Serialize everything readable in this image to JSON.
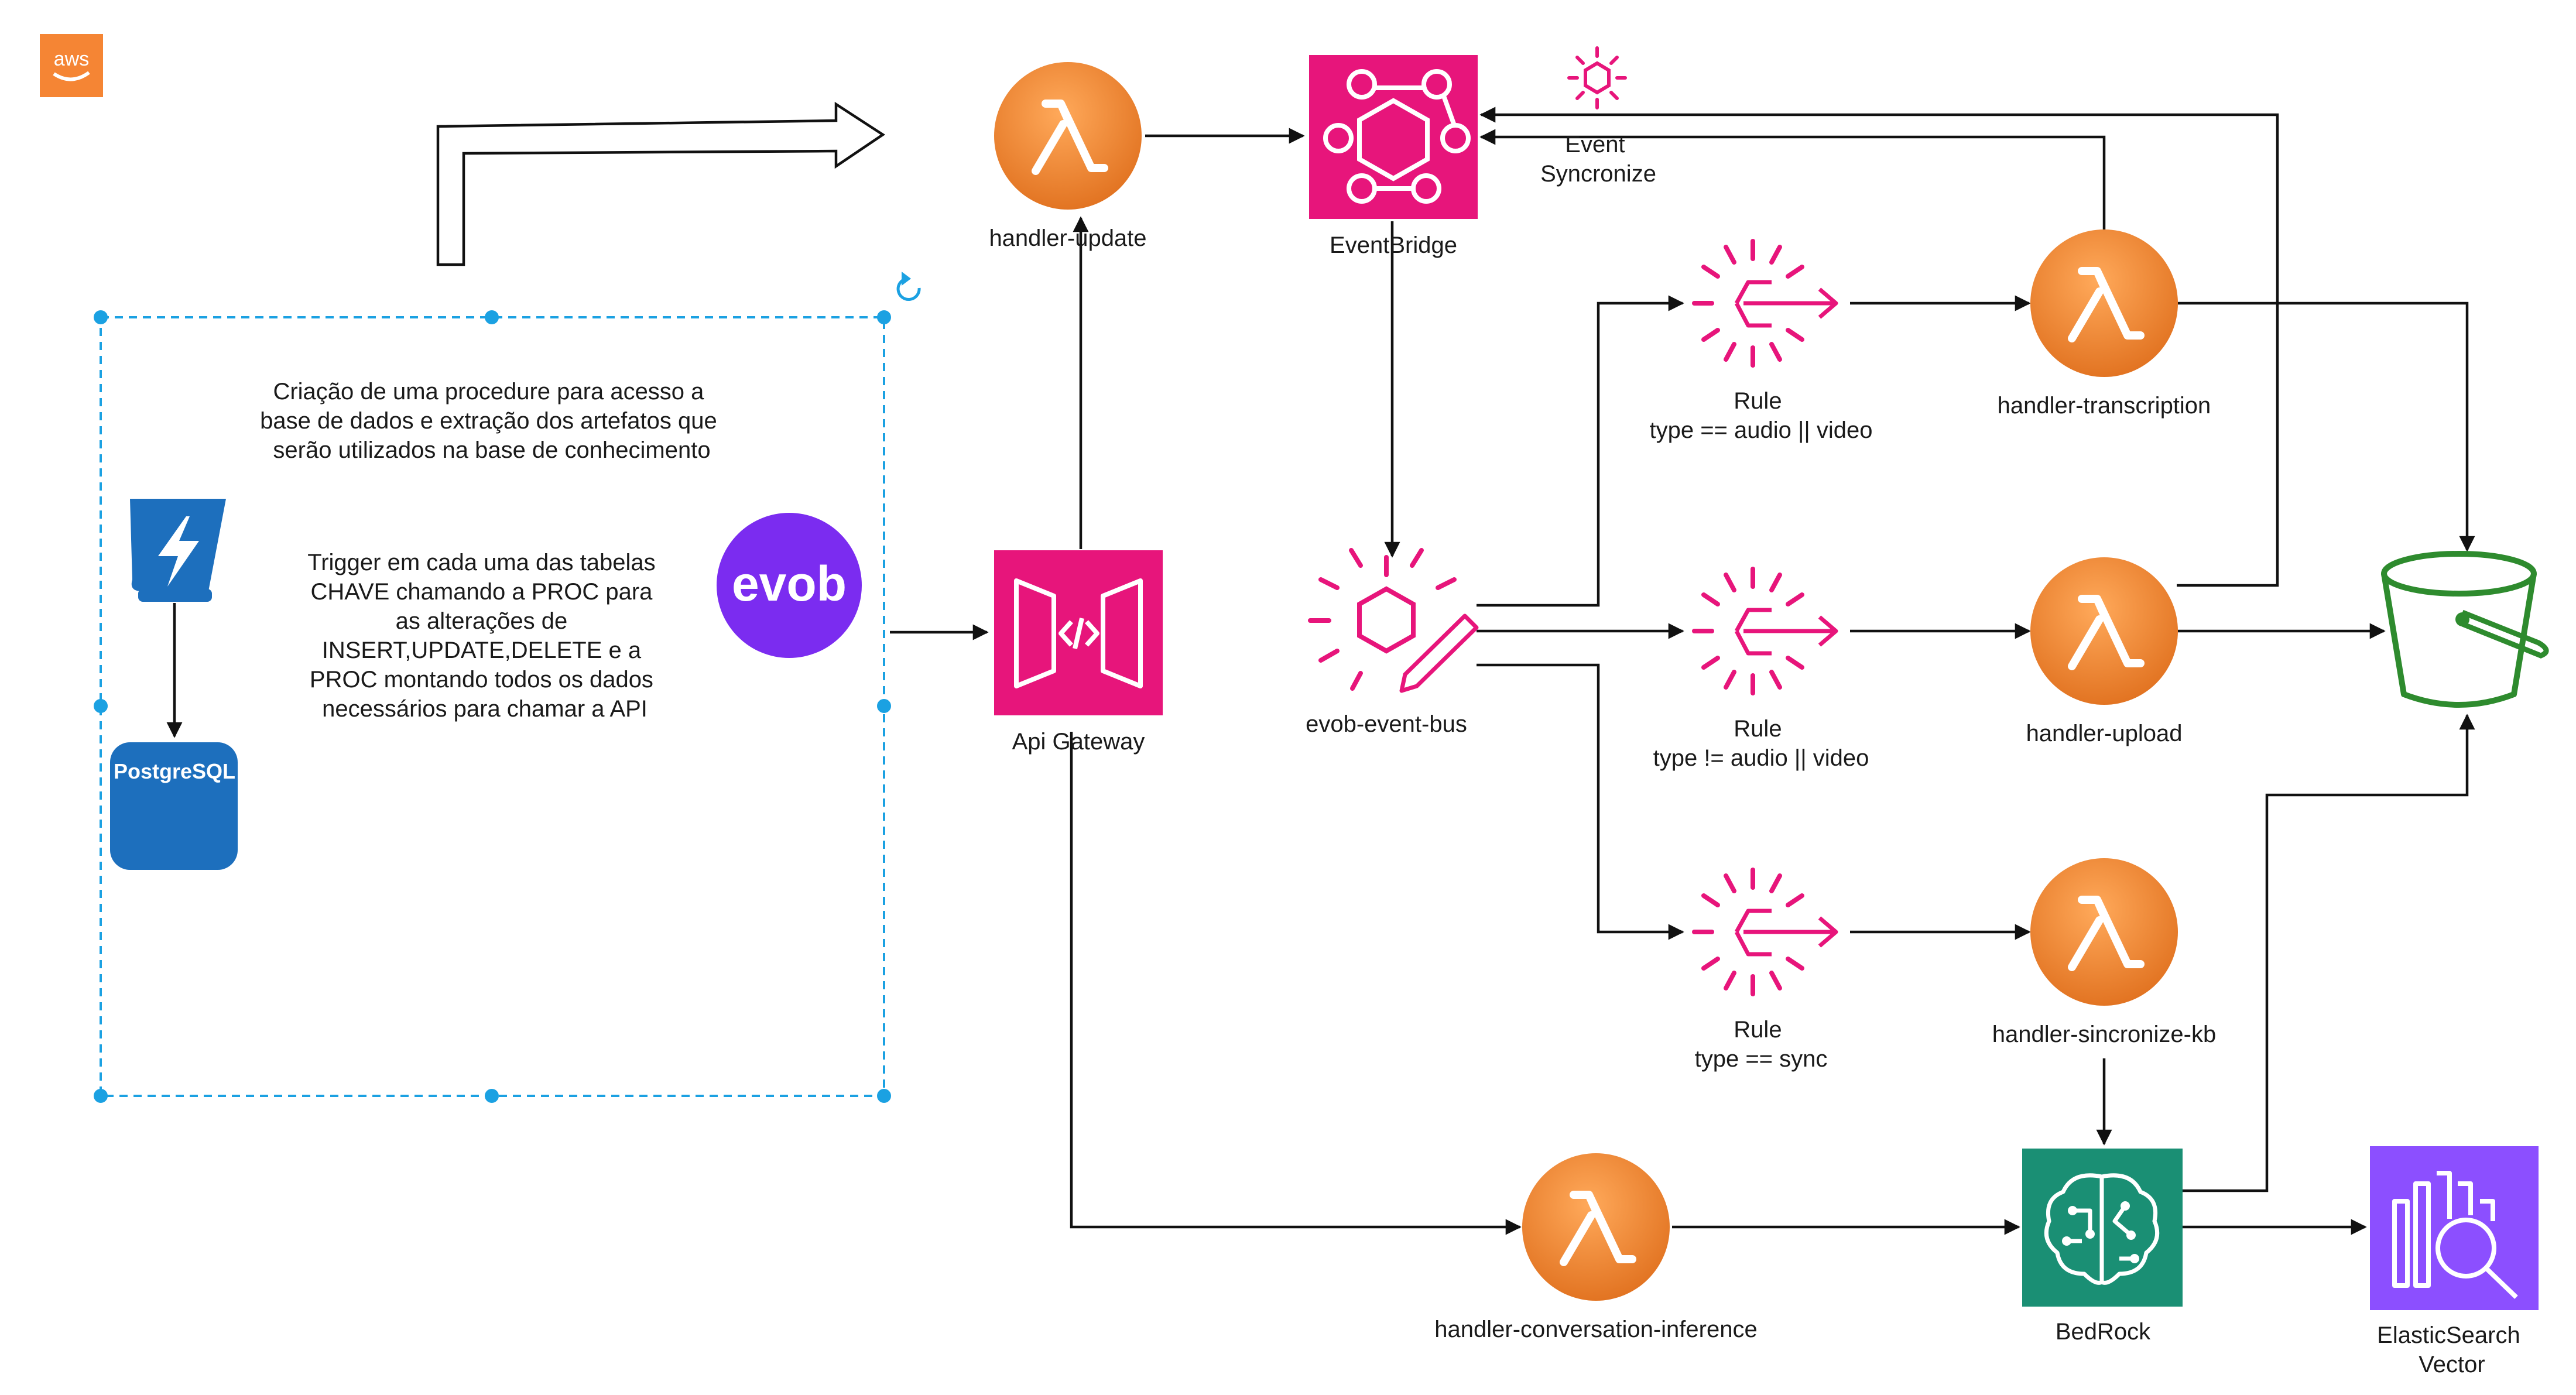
{
  "brand": {
    "aws_label": "aws"
  },
  "note": {
    "procedure_lines": [
      "Criação de uma procedure para acesso a",
      "base de dados e extração dos artefatos que",
      "serão utilizados na base de conhecimento"
    ],
    "trigger_lines": [
      "Trigger em cada uma das tabelas",
      "CHAVE chamando a PROC para",
      "as alterações de",
      "INSERT,UPDATE,DELETE e a",
      "PROC montando todos os dados",
      "necessários para chamar a API"
    ]
  },
  "nodes": {
    "postgres": "PostgreSQL",
    "evob": "evob",
    "api_gateway": "Api Gateway",
    "handler_update": "handler-update",
    "eventbridge": "EventBridge",
    "event_sync": [
      "Event",
      "Syncronize"
    ],
    "event_bus": "evob-event-bus",
    "rule1": [
      "Rule",
      "type == audio || video"
    ],
    "rule2": [
      "Rule",
      "type != audio || video"
    ],
    "rule3": [
      "Rule",
      "type == sync"
    ],
    "handler_transcription": "handler-transcription",
    "handler_upload": "handler-upload",
    "handler_sync_kb": "handler-sincronize-kb",
    "handler_inference": "handler-conversation-inference",
    "bedrock": "BedRock",
    "elastic": [
      "ElasticSearch",
      "Vector"
    ]
  },
  "colors": {
    "lambda": "#f58534",
    "eventbridge": "#e7157b",
    "api_gateway": "#e7157b",
    "bedrock": "#1a8f74",
    "elastic": "#8c4fff",
    "s3": "#2e8b2e",
    "selection": "#1ba1e2",
    "postgres": "#1d6fbd",
    "evob": "#7b2cf0"
  }
}
